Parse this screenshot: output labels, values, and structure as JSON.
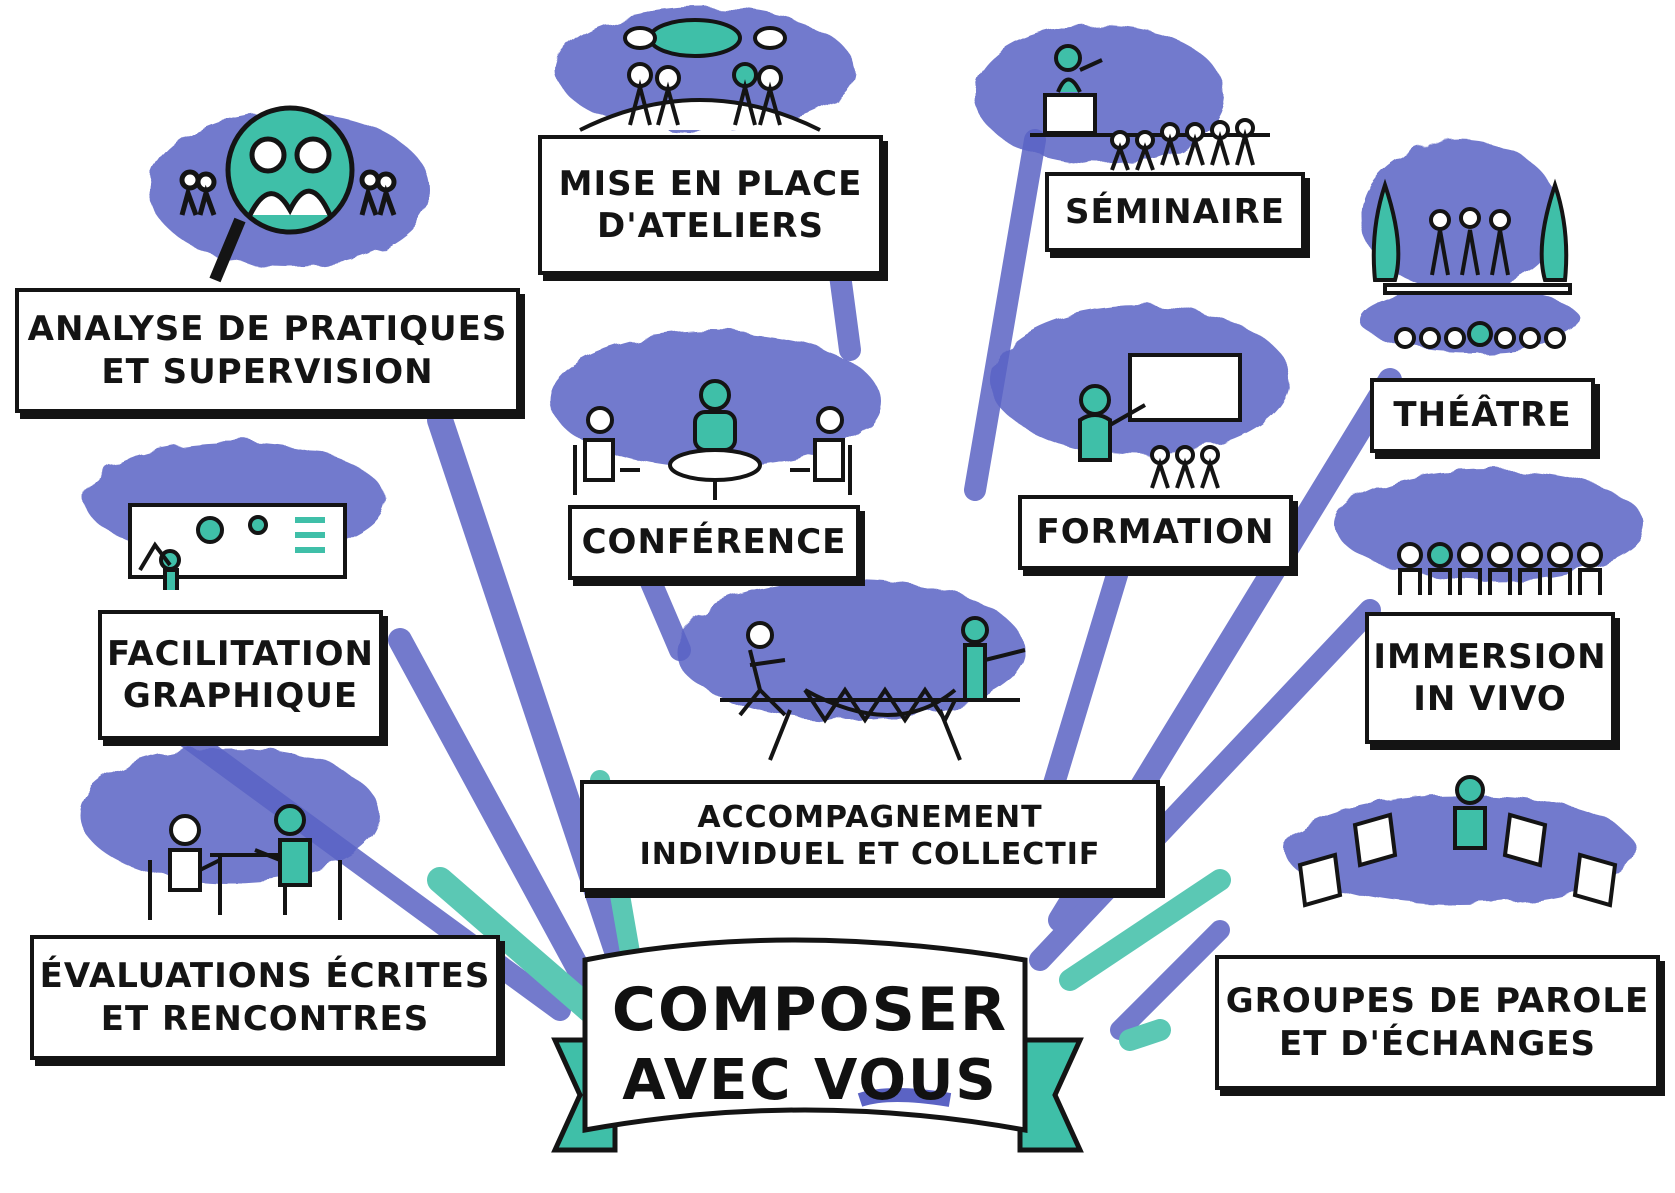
{
  "center": {
    "line1": "COMPOSER",
    "line2": "AVEC VOUS"
  },
  "nodes": {
    "analyse": {
      "line1": "ANALYSE de PRATIQUES",
      "line2": "et SUPERVISION"
    },
    "ateliers": {
      "line1": "MISE en PLACE",
      "line2": "d'ATELIERS"
    },
    "seminaire": {
      "line1": "SÉMINAIRE"
    },
    "theatre": {
      "line1": "THÉÂTRE"
    },
    "conference": {
      "line1": "CONFÉRENCE"
    },
    "formation": {
      "line1": "FORMATION"
    },
    "facilitation": {
      "line1": "FACILITATION",
      "line2": "GRAPHIQUE"
    },
    "immersion": {
      "line1": "IMMERSION",
      "line2": "IN VIVO"
    },
    "accompagnement": {
      "line1": "ACCOMPAGNEMENT",
      "line2": "INDIVIDUEL et COLLECTIF"
    },
    "evaluations": {
      "line1": "ÉVALUATIONS ÉCRITES",
      "line2": "et RENCONTRES"
    },
    "groupes": {
      "line1": "GROUPES de PAROLE",
      "line2": "et d'ÉCHANGES"
    }
  },
  "colors": {
    "ink": "#141414",
    "blue": "#5b63c4",
    "teal": "#3fbfa8",
    "paper": "#ffffff"
  }
}
